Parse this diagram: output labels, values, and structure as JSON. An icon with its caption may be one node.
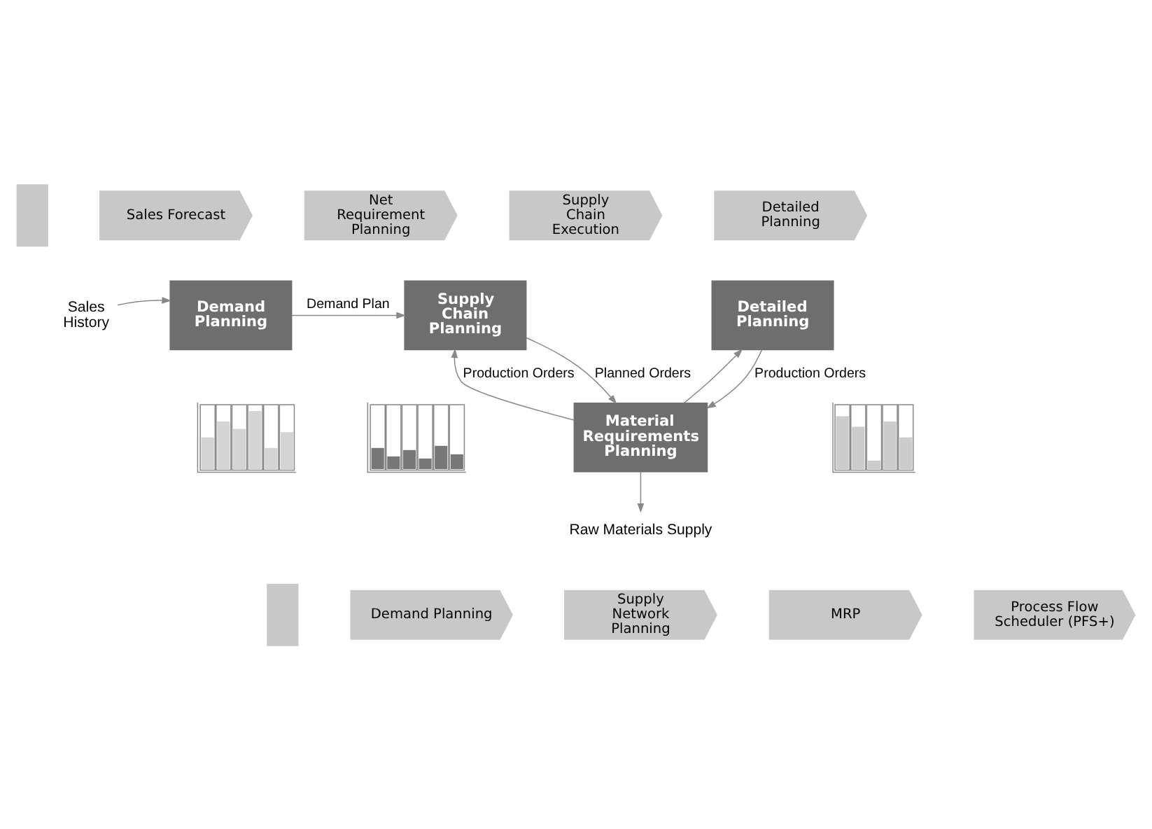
{
  "diagram": {
    "nodes": [
      {
        "text": [],
        "shape": "box"
      },
      {
        "text": [
          "Sales Forecast"
        ]
      },
      {
        "text": [
          "Net Requirement Planning"
        ]
      },
      {
        "text": [
          "Supply Chain Execution"
        ]
      },
      {
        "text": [
          "Detailed Planning"
        ]
      },
      {
        "text": [
          "Sales History"
        ]
      },
      {
        "text": [
          "Demand Planning"
        ]
      },
      {
        "text": [
          "Supply Chain Planning"
        ]
      },
      {
        "text": [
          "Detailed Planning"
        ]
      },
      {
        "text": [
          "Material Requirements Planning"
        ]
      },
      {
        "text": [
          "Raw Materials Supply"
        ]
      },
      {
        "text": [],
        "shape": "picture"
      },
      {
        "text": [],
        "shape": "picture"
      },
      {
        "text": [],
        "shape": "picture"
      },
      {
        "text": [],
        "shape": "box"
      },
      {
        "text": [
          "Demand Planning"
        ]
      },
      {
        "text": [
          "Supply Network Planning"
        ]
      },
      {
        "text": [
          "MRP"
        ]
      },
      {
        "text": [
          "Process Flow Scheduler (PFS+)"
        ]
      }
    ],
    "edges": [
      {
        "from": 5,
        "to": 6,
        "arrow": "to"
      },
      {
        "from": 6,
        "to": 7,
        "label": "Demand Plan",
        "arrow": "to"
      },
      {
        "from": 9,
        "to": 7,
        "label": "Production Orders",
        "arrow": "to"
      },
      {
        "from": 7,
        "to": 9,
        "label": "Planned Orders",
        "arrow": "to"
      },
      {
        "from": 8,
        "to": 9,
        "label": "Production Orders",
        "arrow": "to"
      },
      {
        "from": 9,
        "to": 8,
        "arrow": "to"
      },
      {
        "from": 9,
        "to": 10,
        "arrow": "to"
      }
    ]
  }
}
